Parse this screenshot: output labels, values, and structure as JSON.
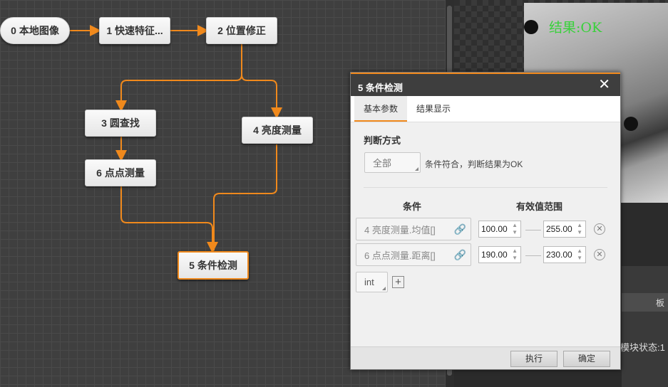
{
  "flow": {
    "nodes": [
      {
        "id": "n0",
        "label": "0 本地图像"
      },
      {
        "id": "n1",
        "label": "1 快速特征..."
      },
      {
        "id": "n2",
        "label": "2 位置修正"
      },
      {
        "id": "n3",
        "label": "3 圆查找"
      },
      {
        "id": "n4",
        "label": "4 亮度测量"
      },
      {
        "id": "n6",
        "label": "6 点点测量"
      },
      {
        "id": "n5",
        "label": "5 条件检测"
      }
    ],
    "link_color": "#f0891c"
  },
  "image_view": {
    "result_text": "结果:OK",
    "result_color": "#38d13a"
  },
  "side_panel": {
    "status_text": "模块状态:1",
    "bar_text": "板"
  },
  "dialog": {
    "title": "5 条件检测",
    "close": "✕",
    "tabs": [
      {
        "label": "基本参数",
        "active": true
      },
      {
        "label": "结果显示",
        "active": false
      }
    ],
    "judge_label": "判断方式",
    "judge_value": "全部",
    "judge_hint": "条件符合，判断结果为OK",
    "col_condition": "条件",
    "col_range": "有效值范围",
    "conditions": [
      {
        "source": "4 亮度测量.均值[]",
        "min": "100.00",
        "max": "255.00"
      },
      {
        "source": "6 点点测量.距离[]",
        "min": "190.00",
        "max": "230.00"
      }
    ],
    "type_value": "int",
    "add_label": "+",
    "remove_label": "✕",
    "execute": "执行",
    "confirm": "确定"
  }
}
